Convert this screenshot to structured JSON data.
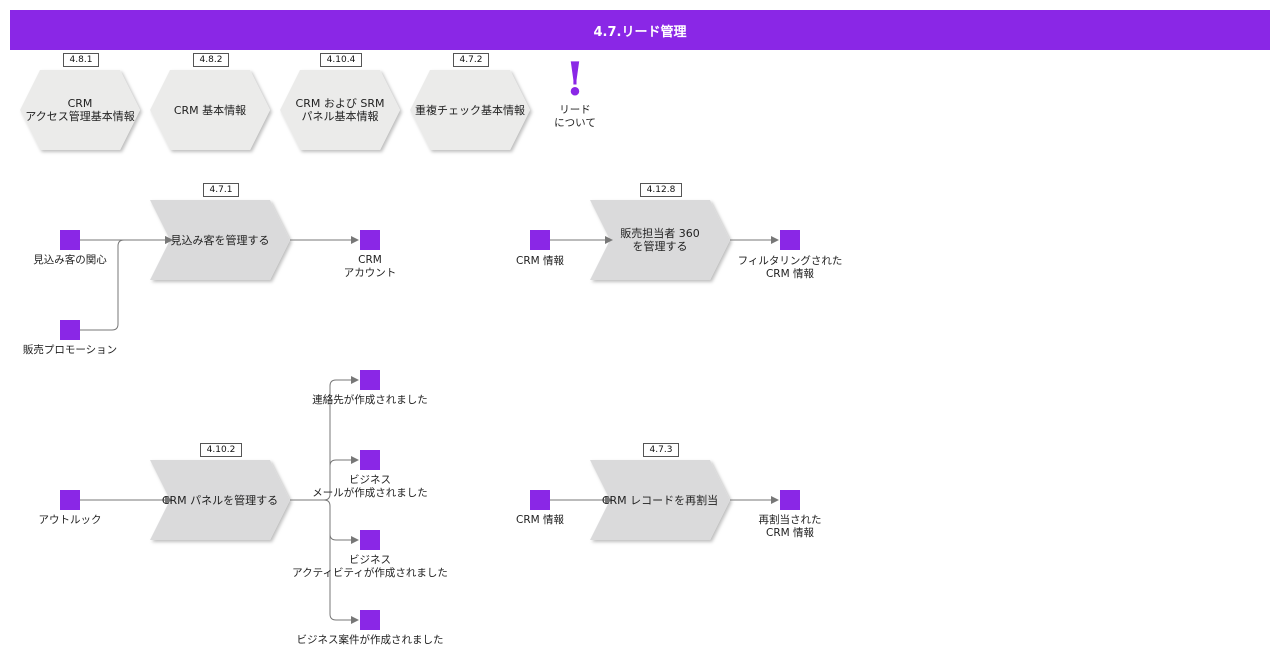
{
  "title": "4.7.リード管理",
  "colors": {
    "accent": "#8a27e6",
    "hex_fill": "#ebebea",
    "proc_fill": "#dadadb",
    "line": "#777777"
  },
  "references": [
    {
      "tag": "4.8.1",
      "lines": [
        "CRM",
        "アクセス管理基本情報"
      ]
    },
    {
      "tag": "4.8.2",
      "lines": [
        "CRM 基本情報"
      ]
    },
    {
      "tag": "4.10.4",
      "lines": [
        "CRM および SRM",
        "パネル基本情報"
      ]
    },
    {
      "tag": "4.7.2",
      "lines": [
        "重複チェック基本情報"
      ]
    }
  ],
  "note": {
    "icon": "exclamation-icon",
    "lines": [
      "リード",
      "について"
    ]
  },
  "processes": [
    {
      "tag": "4.7.1",
      "label": "見込み客を管理する"
    },
    {
      "tag": "4.12.8",
      "label": "販売担当者 360\nを管理する"
    },
    {
      "tag": "4.10.2",
      "label": "CRM パネルを管理する"
    },
    {
      "tag": "4.7.3",
      "label": "CRM レコードを再割当"
    }
  ],
  "events": [
    {
      "lines": [
        "見込み客の関心"
      ]
    },
    {
      "lines": [
        "販売プロモーション"
      ]
    },
    {
      "lines": [
        "CRM",
        "アカウント"
      ]
    },
    {
      "lines": [
        "CRM 情報"
      ]
    },
    {
      "lines": [
        "フィルタリングされた",
        "CRM 情報"
      ]
    },
    {
      "lines": [
        "アウトルック"
      ]
    },
    {
      "lines": [
        "連絡先が作成されました"
      ]
    },
    {
      "lines": [
        "ビジネス",
        "メールが作成されました"
      ]
    },
    {
      "lines": [
        "ビジネス",
        "アクティビティが作成されました"
      ]
    },
    {
      "lines": [
        "ビジネス案件が作成されました"
      ]
    },
    {
      "lines": [
        "CRM 情報"
      ]
    },
    {
      "lines": [
        "再割当された",
        "CRM 情報"
      ]
    }
  ]
}
